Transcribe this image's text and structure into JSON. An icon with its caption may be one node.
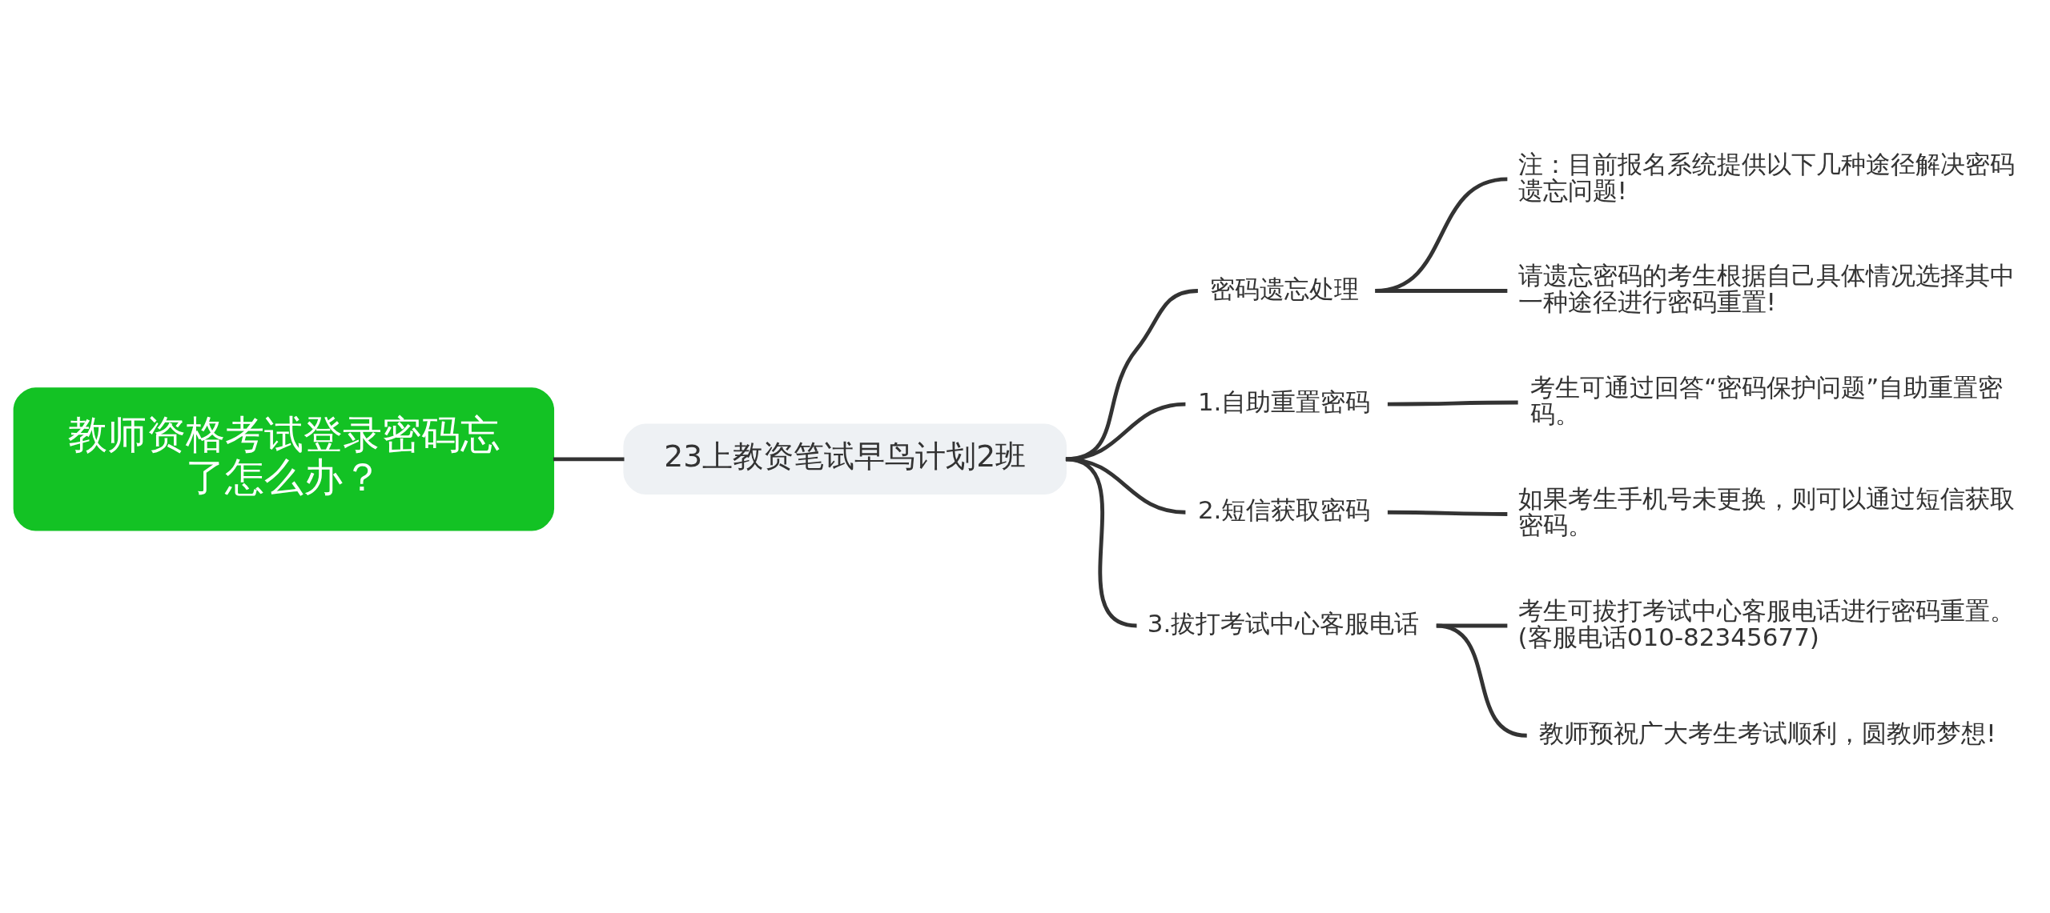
{
  "diagram": {
    "nodes": [
      {
        "text": [
          "教师资格考试登录密码忘了怎么办？"
        ]
      },
      {
        "text": [
          "23上教资笔试早鸟计划2班"
        ]
      },
      {
        "text": [
          "密码遗忘处理"
        ]
      },
      {
        "text": [
          "注：目前报名系统提供以下几种途径解决密码遗忘问题!"
        ]
      },
      {
        "text": [
          "请遗忘密码的考生根据自己具体情况选择其中一种途径进行密码重置!"
        ]
      },
      {
        "text": [
          "1.自助重置密码"
        ]
      },
      {
        "text": [
          "考生可通过回答“密码保护问题”自助重置密码。"
        ]
      },
      {
        "text": [
          "2.短信获取密码"
        ]
      },
      {
        "text": [
          "如果考生手机号未更换，则可以通过短信获取密码。"
        ]
      },
      {
        "text": [
          "3.拔打考试中心客服电话"
        ]
      },
      {
        "text": [
          "考生可拔打考试中心客服电话进行密码重置。(客服电话010-82345677)"
        ]
      },
      {
        "text": [
          "教师预祝广大考生考试顺利，圆教师梦想!"
        ]
      }
    ],
    "edges": [
      {
        "from": 0,
        "to": 1,
        "arrow": "none"
      },
      {
        "from": 1,
        "to": 2,
        "arrow": "none"
      },
      {
        "from": 2,
        "to": 3,
        "arrow": "none"
      },
      {
        "from": 2,
        "to": 4,
        "arrow": "none"
      },
      {
        "from": 1,
        "to": 5,
        "arrow": "none"
      },
      {
        "from": 5,
        "to": 6,
        "arrow": "none"
      },
      {
        "from": 1,
        "to": 7,
        "arrow": "none"
      },
      {
        "from": 7,
        "to": 8,
        "arrow": "none"
      },
      {
        "from": 1,
        "to": 9,
        "arrow": "none"
      },
      {
        "from": 9,
        "to": 10,
        "arrow": "none"
      },
      {
        "from": 9,
        "to": 11,
        "arrow": "none"
      }
    ]
  }
}
